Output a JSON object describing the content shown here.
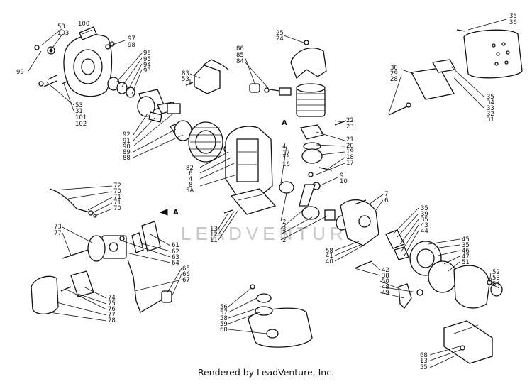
{
  "caption": "Rendered by LeadVenture, Inc.",
  "watermark": "LEADVENTURE",
  "section_markers": {
    "a_top": "A",
    "a_left": "A"
  },
  "labels": {
    "c1": [
      "53",
      "103",
      "100"
    ],
    "c2": [
      "97",
      "98"
    ],
    "c3": [
      "96",
      "95",
      "94",
      "93"
    ],
    "c4": [
      "99"
    ],
    "c5": [
      "53",
      "31",
      "101",
      "102"
    ],
    "c6": [
      "92",
      "91",
      "90",
      "89",
      "88"
    ],
    "c7": [
      "86",
      "85",
      "84"
    ],
    "c8": [
      "83",
      "53"
    ],
    "c9": [
      "25",
      "24"
    ],
    "c10": [
      "22",
      "23"
    ],
    "c11": [
      "21",
      "20",
      "19",
      "18",
      "17"
    ],
    "c12": [
      "4",
      "17",
      "10",
      "16"
    ],
    "c13": [
      "9",
      "10"
    ],
    "c14": [
      "82",
      "6",
      "4",
      "8",
      "5A"
    ],
    "c15": [
      "35",
      "36"
    ],
    "c16": [
      "30",
      "29",
      "28"
    ],
    "c17": [
      "35",
      "34",
      "33",
      "32",
      "31"
    ],
    "c18": [
      "72",
      "70",
      "71",
      "71",
      "70"
    ],
    "c19": [
      "73",
      "77"
    ],
    "c20": [
      "61",
      "62",
      "63",
      "64"
    ],
    "c21": [
      "65",
      "66",
      "67"
    ],
    "c22": [
      "74",
      "75",
      "76",
      "77",
      "78"
    ],
    "c23": [
      "13",
      "12",
      "11"
    ],
    "c24": [
      "2",
      "3",
      "1",
      "2"
    ],
    "c25": [
      "7",
      "6"
    ],
    "c26": [
      "58",
      "41",
      "40"
    ],
    "c27": [
      "35",
      "39",
      "35",
      "43",
      "44"
    ],
    "c28": [
      "45",
      "35",
      "46",
      "47",
      "51"
    ],
    "c29": [
      "42",
      "38",
      "50",
      "48",
      "49"
    ],
    "c30": [
      "52",
      "53",
      "54"
    ],
    "c31": [
      "56",
      "57",
      "58",
      "59",
      "60"
    ],
    "c32": [
      "68",
      "13",
      "55"
    ]
  }
}
